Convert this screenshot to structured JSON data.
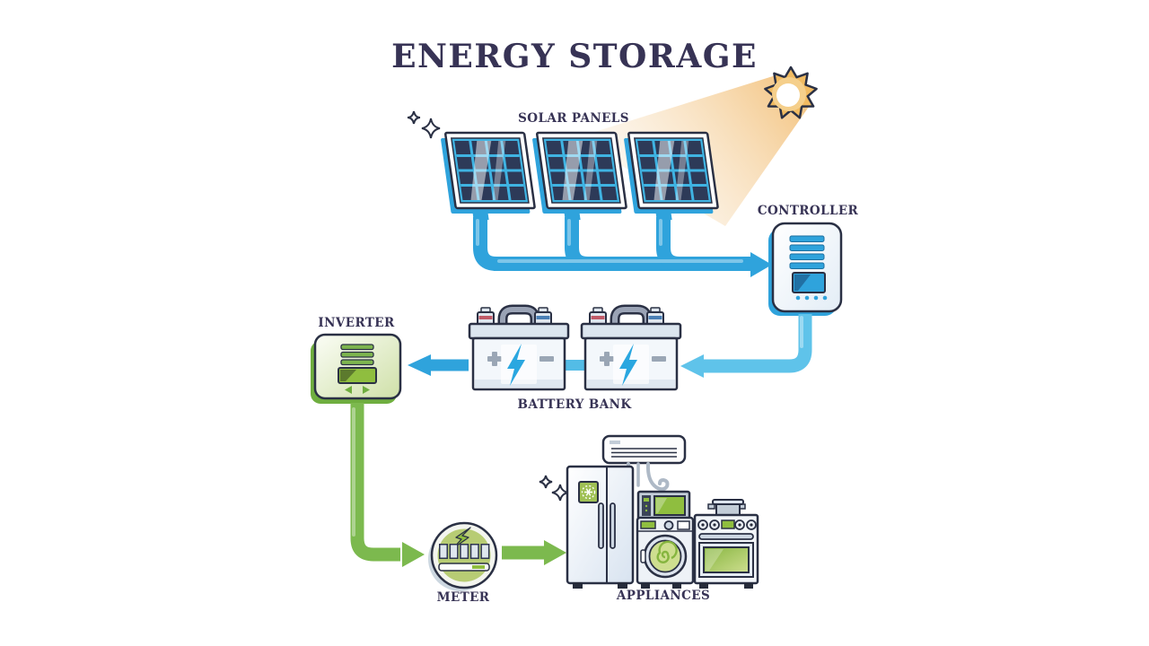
{
  "title": "ENERGY STORAGE",
  "diagram": {
    "labels": {
      "solar_panels": "SOLAR PANELS",
      "controller": "CONTROLLER",
      "inverter": "INVERTER",
      "battery_bank": "BATTERY BANK",
      "meter": "METER",
      "appliances": "APPLIANCES"
    }
  },
  "icons": {
    "sun": "sun-icon",
    "sparkle": "sparkle-icon",
    "lightning": "lightning-bolt-icon",
    "snowflake": "snowflake-icon"
  },
  "colors": {
    "text": "#373355",
    "outline": "#2a3044",
    "pipe_blue": "#2fa3dc",
    "pipe_blue_light": "#5fc3ea",
    "panel_cell": "#2d3a58",
    "panel_grid": "#3fb3e2",
    "pipe_green": "#7cb94e",
    "green_light": "#8fbe3f",
    "battery_bolt": "#2aa7e0",
    "sun": "#f1bb62",
    "beam": "#f6d9ae",
    "gray_metal": "#aeb9c6"
  }
}
